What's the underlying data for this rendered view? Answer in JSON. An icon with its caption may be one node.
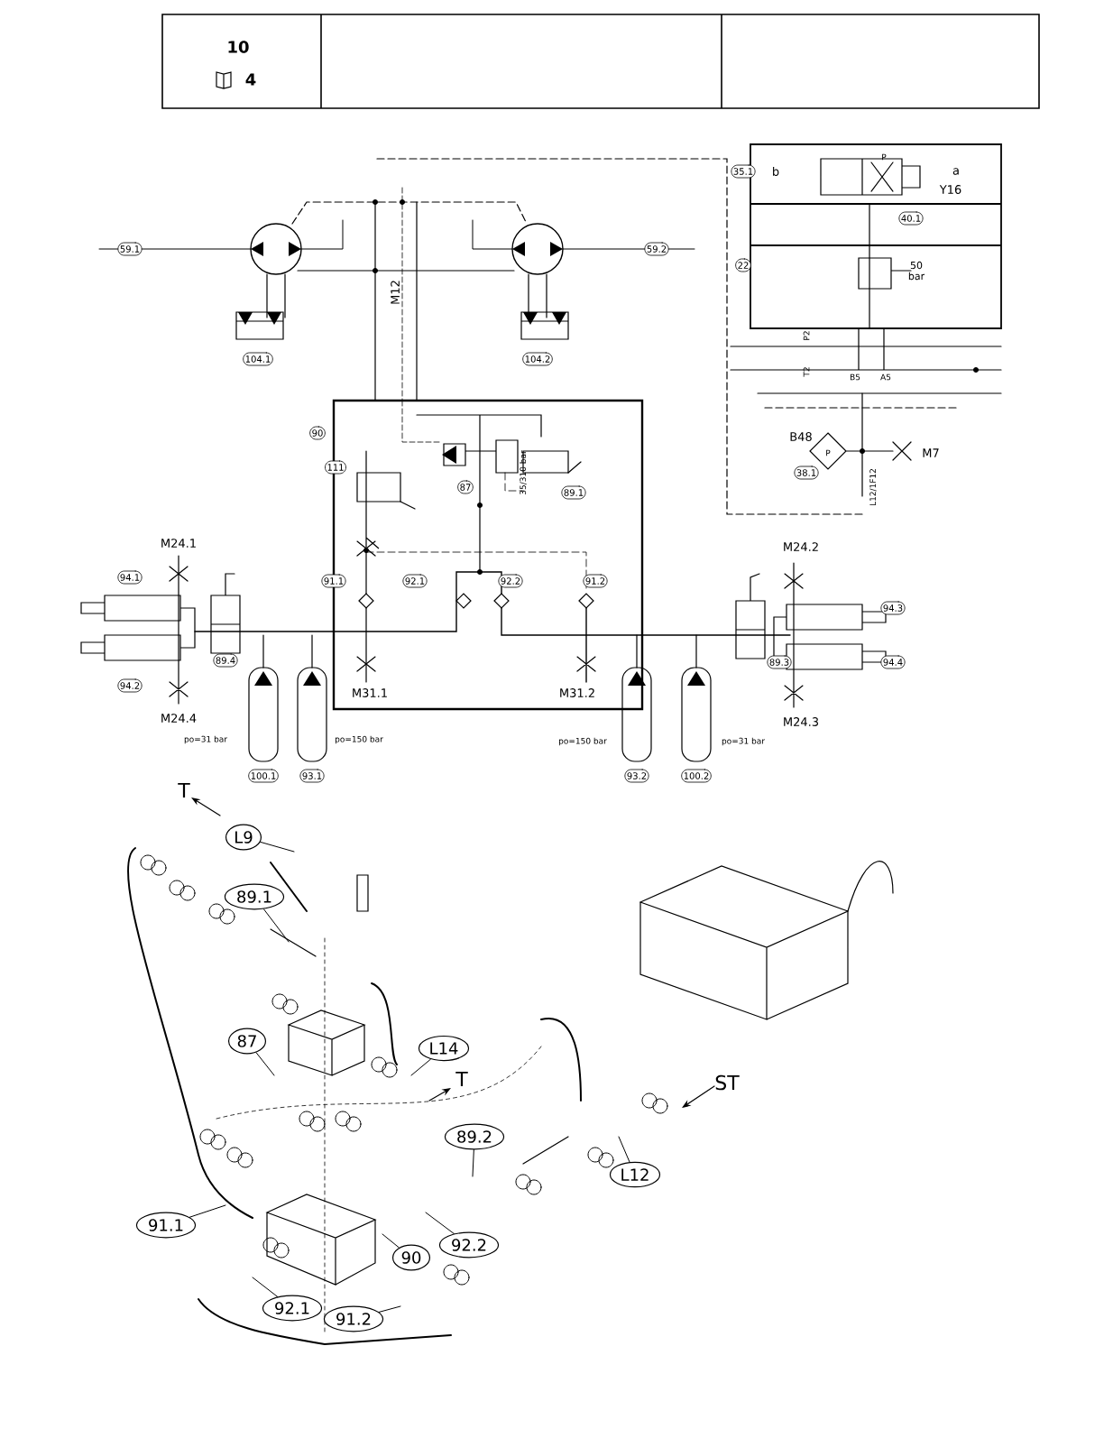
{
  "diagram": {
    "nodes": [
      {
        "text": [
          "L9"
        ]
      },
      {
        "text": [
          "89.1"
        ]
      },
      {
        "text": [
          "87"
        ]
      },
      {
        "text": [
          "L14"
        ]
      },
      {
        "text": [
          "89.2"
        ]
      },
      {
        "text": [
          "L12"
        ]
      },
      {
        "text": [
          "91.1"
        ]
      },
      {
        "text": [
          "90"
        ]
      },
      {
        "text": [
          "92.2"
        ]
      },
      {
        "text": [
          "92.1"
        ]
      },
      {
        "text": [
          "91.2"
        ]
      }
    ],
    "edges": [
      {
        "from": 0,
        "to": null,
        "arrow": "none"
      },
      {
        "from": 1,
        "to": null,
        "arrow": "none"
      },
      {
        "from": 2,
        "to": null,
        "arrow": "none"
      },
      {
        "from": 3,
        "to": null,
        "arrow": "none"
      },
      {
        "from": 4,
        "to": null,
        "arrow": "none"
      },
      {
        "from": 5,
        "to": null,
        "arrow": "none"
      },
      {
        "from": 6,
        "to": null,
        "arrow": "none"
      },
      {
        "from": 7,
        "to": null,
        "arrow": "none"
      },
      {
        "from": 8,
        "to": null,
        "arrow": "none"
      },
      {
        "from": 9,
        "to": null,
        "arrow": "none"
      },
      {
        "from": 10,
        "to": null,
        "arrow": "none"
      }
    ],
    "labels": [
      "10",
      "4",
      "35.1",
      "b",
      "P",
      "a",
      "Y16",
      "40.1",
      "59.1",
      "59.2",
      "M12",
      "22",
      "50 bar",
      "P2",
      "T2",
      "B5",
      "A5",
      "104.1",
      "104.2",
      "90",
      "B48",
      "P",
      "M7",
      "38.1",
      "L12/1F12",
      "111",
      "87",
      "35/310 bar",
      "89.1",
      "M24.1",
      "M24.2",
      "94.1",
      "91.1",
      "92.1",
      "92.2",
      "91.2",
      "94.3",
      "89.4",
      "89.3",
      "94.2",
      "94.4",
      "M31.1",
      "M31.2",
      "M24.4",
      "M24.3",
      "po=31 bar",
      "po=150 bar",
      "po=150 bar",
      "po=31 bar",
      "100.1",
      "93.1",
      "93.2",
      "100.2",
      "T",
      "T",
      "ST"
    ]
  }
}
